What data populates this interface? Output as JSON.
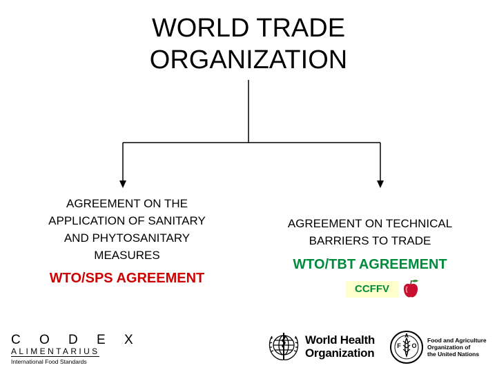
{
  "title_lines": [
    "WORLD TRADE",
    "ORGANIZATION"
  ],
  "sps": {
    "lines": [
      "AGREEMENT ON THE",
      "APPLICATION OF SANITARY",
      "AND PHYTOSANITARY",
      "MEASURES"
    ],
    "short_name": "WTO/SPS AGREEMENT"
  },
  "tbt": {
    "lines": [
      "AGREEMENT ON TECHNICAL",
      "BARRIERS TO TRADE"
    ],
    "short_name": "WTO/TBT AGREEMENT",
    "badge": "CCFFV"
  },
  "logos": {
    "codex": {
      "title": "C O D E X",
      "subtitle": "ALIMENTARIUS",
      "tagline": "International Food Standards"
    },
    "who": {
      "lines": [
        "World Health",
        "Organization"
      ]
    },
    "fao": {
      "lines": [
        "Food and Agriculture",
        "Organization of",
        "the United Nations"
      ],
      "emblem_letters": "FAO"
    }
  },
  "colors": {
    "sps_accent": "#cc0000",
    "tbt_accent": "#008a3c",
    "badge_bg": "#ffffcc"
  },
  "icons": [
    "apple-icon",
    "who-emblem-icon",
    "fao-emblem-icon"
  ]
}
